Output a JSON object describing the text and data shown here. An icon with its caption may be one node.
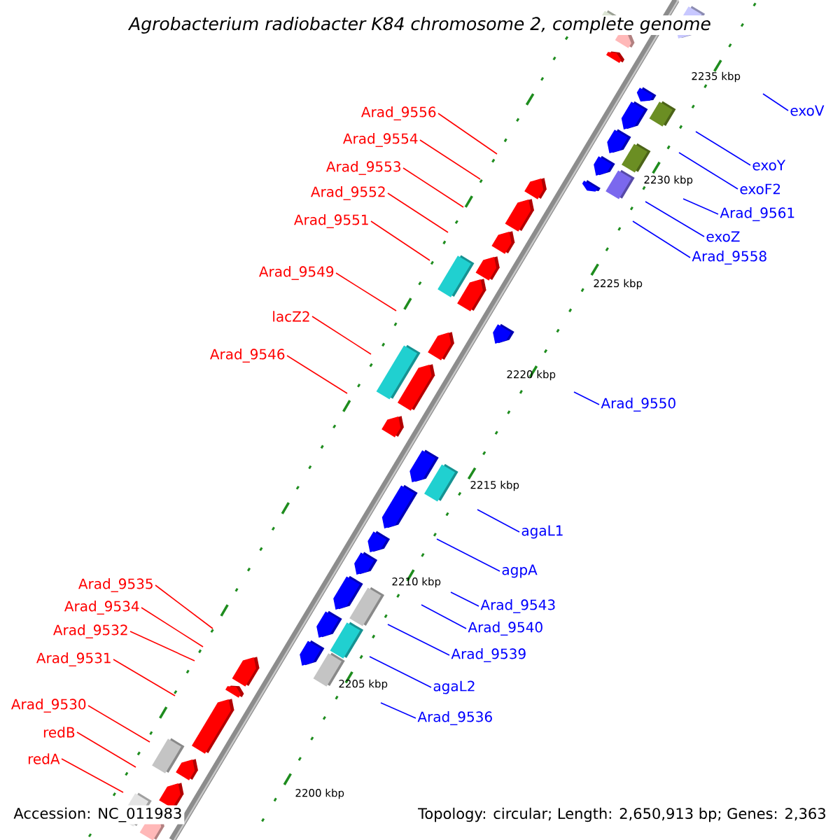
{
  "diagram": {
    "title": "Agrobacterium radiobacter K84 chromosome 2, complete genome",
    "nodes": [
      {
        "text": [
          "Arad_9556"
        ]
      },
      {
        "text": [
          "Arad_9554"
        ]
      },
      {
        "text": [
          "Arad_9553"
        ]
      },
      {
        "text": [
          "Arad_9552"
        ]
      },
      {
        "text": [
          "Arad_9551"
        ]
      },
      {
        "text": [
          "Arad_9549"
        ]
      },
      {
        "text": [
          "lacZ2"
        ]
      },
      {
        "text": [
          "Arad_9546"
        ]
      },
      {
        "text": [
          "Arad_9535"
        ]
      },
      {
        "text": [
          "Arad_9534"
        ]
      },
      {
        "text": [
          "Arad_9532"
        ]
      },
      {
        "text": [
          "Arad_9531"
        ]
      },
      {
        "text": [
          "Arad_9530"
        ]
      },
      {
        "text": [
          "redB"
        ]
      },
      {
        "text": [
          "redA"
        ]
      },
      {
        "text": [
          "exoV"
        ]
      },
      {
        "text": [
          "exoY"
        ]
      },
      {
        "text": [
          "exoF2"
        ]
      },
      {
        "text": [
          "Arad_9561"
        ]
      },
      {
        "text": [
          "exoZ"
        ]
      },
      {
        "text": [
          "Arad_9558"
        ]
      },
      {
        "text": [
          "Arad_9550"
        ]
      },
      {
        "text": [
          "agaL1"
        ]
      },
      {
        "text": [
          "agpA"
        ]
      },
      {
        "text": [
          "Arad_9543"
        ]
      },
      {
        "text": [
          "Arad_9540"
        ]
      },
      {
        "text": [
          "Arad_9539"
        ]
      },
      {
        "text": [
          "agaL2"
        ]
      },
      {
        "text": [
          "Arad_9536"
        ]
      }
    ],
    "edges": [
      {
        "from": 0,
        "to": null,
        "arrow": "none"
      },
      {
        "from": 1,
        "to": null,
        "arrow": "none"
      },
      {
        "from": 2,
        "to": null,
        "arrow": "none"
      },
      {
        "from": 3,
        "to": null,
        "arrow": "none"
      },
      {
        "from": 4,
        "to": null,
        "arrow": "none"
      },
      {
        "from": 5,
        "to": null,
        "arrow": "none"
      },
      {
        "from": 6,
        "to": null,
        "arrow": "none"
      },
      {
        "from": 7,
        "to": null,
        "arrow": "none"
      },
      {
        "from": 8,
        "to": null,
        "arrow": "none"
      },
      {
        "from": 9,
        "to": null,
        "arrow": "none"
      },
      {
        "from": 10,
        "to": null,
        "arrow": "none"
      },
      {
        "from": 11,
        "to": null,
        "arrow": "none"
      },
      {
        "from": 12,
        "to": null,
        "arrow": "none"
      },
      {
        "from": 13,
        "to": null,
        "arrow": "none"
      },
      {
        "from": 14,
        "to": null,
        "arrow": "none"
      },
      {
        "from": 15,
        "to": null,
        "arrow": "none",
        "color": "#0000ff"
      },
      {
        "from": 16,
        "to": null,
        "arrow": "none",
        "color": "#0000ff"
      },
      {
        "from": 17,
        "to": null,
        "arrow": "none",
        "color": "#0000ff"
      },
      {
        "from": 18,
        "to": null,
        "arrow": "none",
        "color": "#0000ff"
      },
      {
        "from": 19,
        "to": null,
        "arrow": "none",
        "color": "#0000ff"
      },
      {
        "from": 20,
        "to": null,
        "arrow": "none",
        "color": "#0000ff"
      },
      {
        "from": 21,
        "to": null,
        "arrow": "none",
        "color": "#0000ff"
      },
      {
        "from": 22,
        "to": null,
        "arrow": "none",
        "color": "#0000ff"
      },
      {
        "from": 23,
        "to": null,
        "arrow": "none",
        "color": "#0000ff"
      },
      {
        "from": 24,
        "to": null,
        "arrow": "none",
        "color": "#0000ff"
      },
      {
        "from": 25,
        "to": null,
        "arrow": "none",
        "color": "#0000ff"
      },
      {
        "from": 26,
        "to": null,
        "arrow": "none",
        "color": "#0000ff"
      },
      {
        "from": 27,
        "to": null,
        "arrow": "none",
        "color": "#0000ff"
      },
      {
        "from": 28,
        "to": null,
        "arrow": "none",
        "color": "#0000ff"
      }
    ],
    "labels": [
      "2235 kbp",
      "2230 kbp",
      "2225 kbp",
      "2220 kbp",
      "2215 kbp",
      "2210 kbp",
      "2205 kbp",
      "2200 kbp",
      "Accession: NC_011983",
      "Topology: circular; Length: 2,650,913 bp; Genes: 2,363"
    ]
  }
}
